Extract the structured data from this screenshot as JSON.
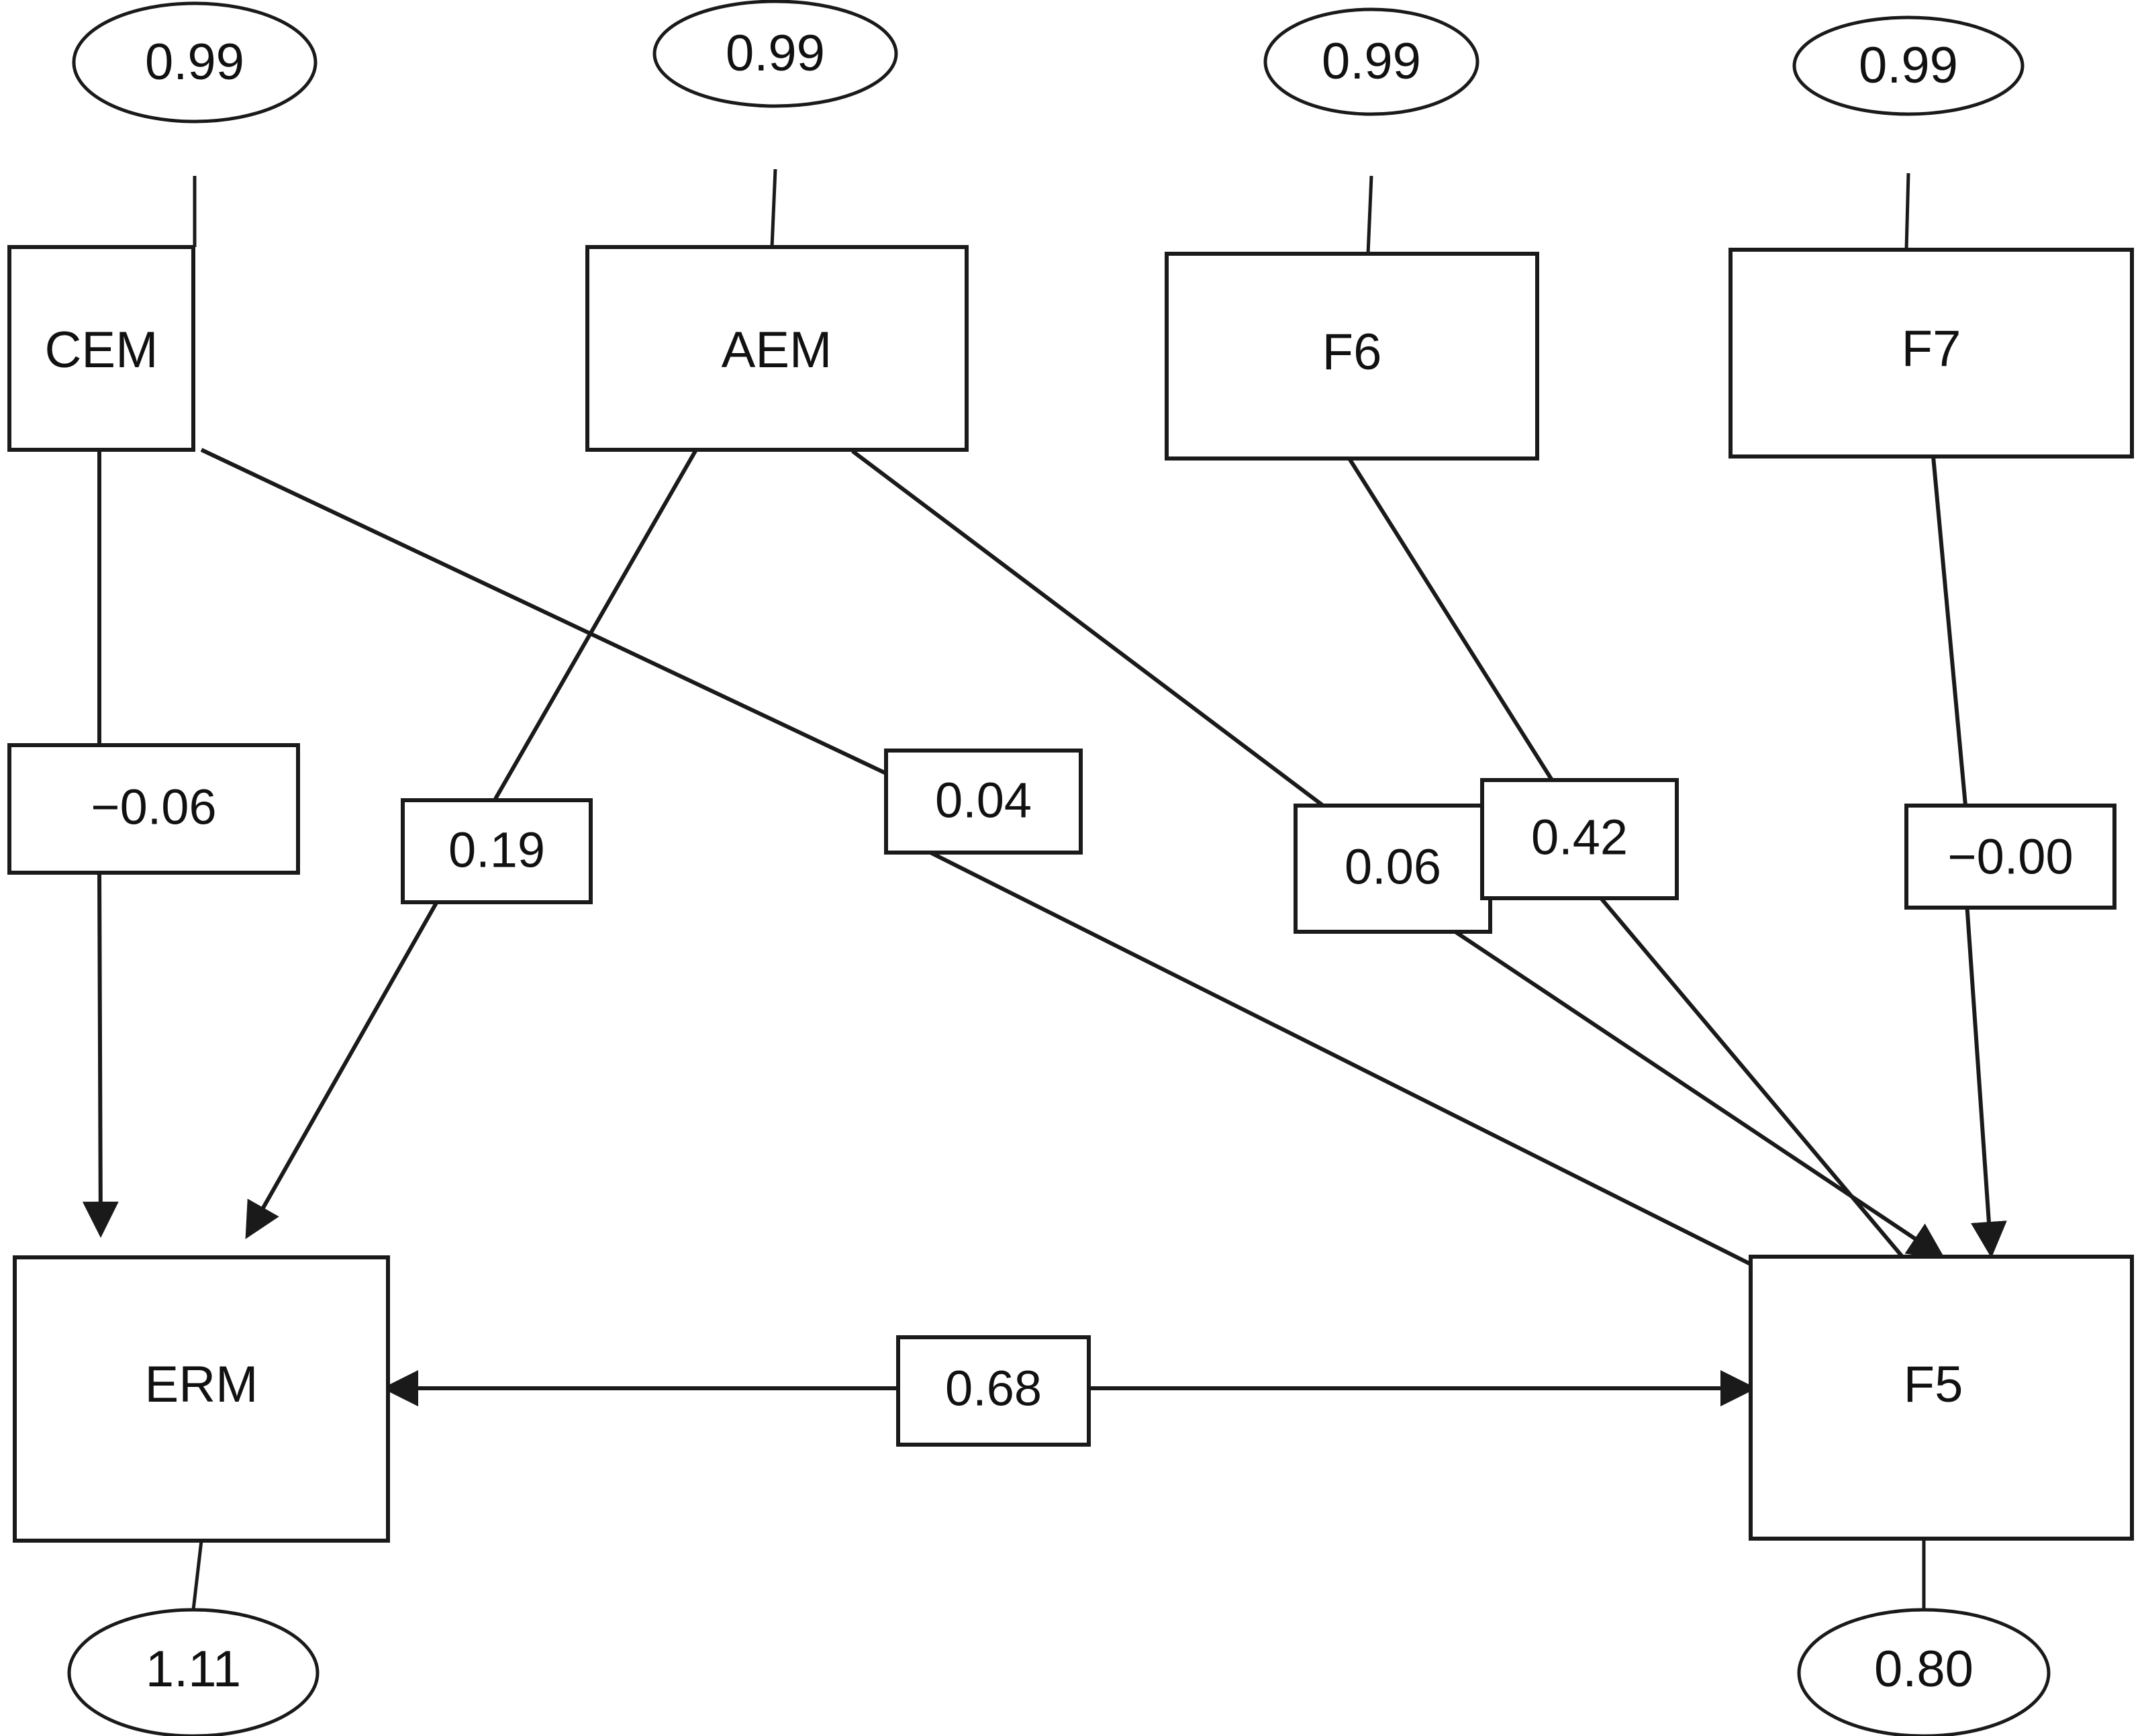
{
  "diagram": {
    "type": "sem-path-diagram",
    "background_color": "#ffffff",
    "line_color": "#1a1a1a",
    "text_color": "#111111"
  },
  "nodes": {
    "cem": {
      "label": "CEM"
    },
    "aem": {
      "label": "AEM"
    },
    "f6": {
      "label": "F6"
    },
    "f7": {
      "label": "F7"
    },
    "erm": {
      "label": "ERM"
    },
    "f5": {
      "label": "F5"
    }
  },
  "disturbances": {
    "cem_variance": {
      "label": "0.99"
    },
    "aem_variance": {
      "label": "0.99"
    },
    "f6_variance": {
      "label": "0.99"
    },
    "f7_variance": {
      "label": "0.99"
    },
    "erm_disturbance": {
      "label": "1.11"
    },
    "f5_disturbance": {
      "label": "0.80"
    }
  },
  "paths": {
    "cem_to_erm": {
      "label": "−0.06"
    },
    "aem_to_erm": {
      "label": "0.19"
    },
    "cem_to_f5": {
      "label": "0.04"
    },
    "aem_to_f5": {
      "label": "0.06"
    },
    "f6_to_f5": {
      "label": "0.42"
    },
    "f7_to_f5": {
      "label": "−0.00"
    },
    "erm_f5_covariance": {
      "label": "0.68"
    }
  },
  "chart_data": {
    "type": "diagram",
    "title": "",
    "observed_variables": [
      "CEM",
      "AEM",
      "F6",
      "F7",
      "ERM",
      "F5"
    ],
    "exogenous_variances": [
      {
        "variable": "CEM",
        "value": 0.99
      },
      {
        "variable": "AEM",
        "value": 0.99
      },
      {
        "variable": "F6",
        "value": 0.99
      },
      {
        "variable": "F7",
        "value": 0.99
      }
    ],
    "disturbance_variances": [
      {
        "variable": "ERM",
        "value": 1.11
      },
      {
        "variable": "F5",
        "value": 0.8
      }
    ],
    "directed_paths": [
      {
        "from": "CEM",
        "to": "ERM",
        "coefficient": -0.06,
        "label": "−0.06"
      },
      {
        "from": "AEM",
        "to": "ERM",
        "coefficient": 0.19,
        "label": "0.19"
      },
      {
        "from": "CEM",
        "to": "F5",
        "coefficient": 0.04,
        "label": "0.04"
      },
      {
        "from": "AEM",
        "to": "F5",
        "coefficient": 0.06,
        "label": "0.06"
      },
      {
        "from": "F6",
        "to": "F5",
        "coefficient": 0.42,
        "label": "0.42"
      },
      {
        "from": "F7",
        "to": "F5",
        "coefficient": -0.0,
        "label": "−0.00"
      }
    ],
    "bidirectional_paths": [
      {
        "between": [
          "ERM",
          "F5"
        ],
        "coefficient": 0.68,
        "label": "0.68"
      }
    ]
  }
}
